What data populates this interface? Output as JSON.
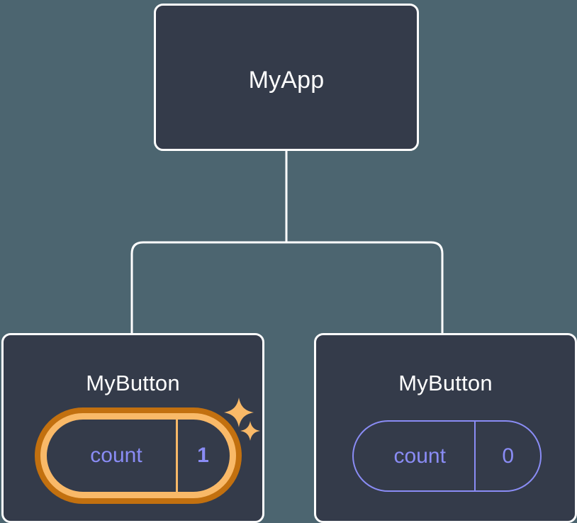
{
  "diagram": {
    "type": "component-tree",
    "title": "React component tree with state",
    "background_color": "#4C6570",
    "node_fill_color": "#343B4A",
    "node_border_color": "#FFFFFF",
    "connector_color": "#FFFFFF",
    "state_accent_color": "#8A8CF5",
    "highlight_outer_color": "#C2700F",
    "highlight_inner_color": "#F9B968",
    "sparkle_color": "#F9B968"
  },
  "nodes": {
    "root": {
      "label": "MyApp",
      "has_state": false
    },
    "child_left": {
      "label": "MyButton",
      "state": {
        "key": "count",
        "value": "1"
      },
      "highlighted": true,
      "sparkles": [
        {
          "name": "sparkle-large",
          "size": "large"
        },
        {
          "name": "sparkle-small",
          "size": "small"
        }
      ]
    },
    "child_right": {
      "label": "MyButton",
      "state": {
        "key": "count",
        "value": "0"
      },
      "highlighted": false
    }
  },
  "edges": [
    {
      "from": "root",
      "to": "child_left"
    },
    {
      "from": "root",
      "to": "child_right"
    }
  ]
}
